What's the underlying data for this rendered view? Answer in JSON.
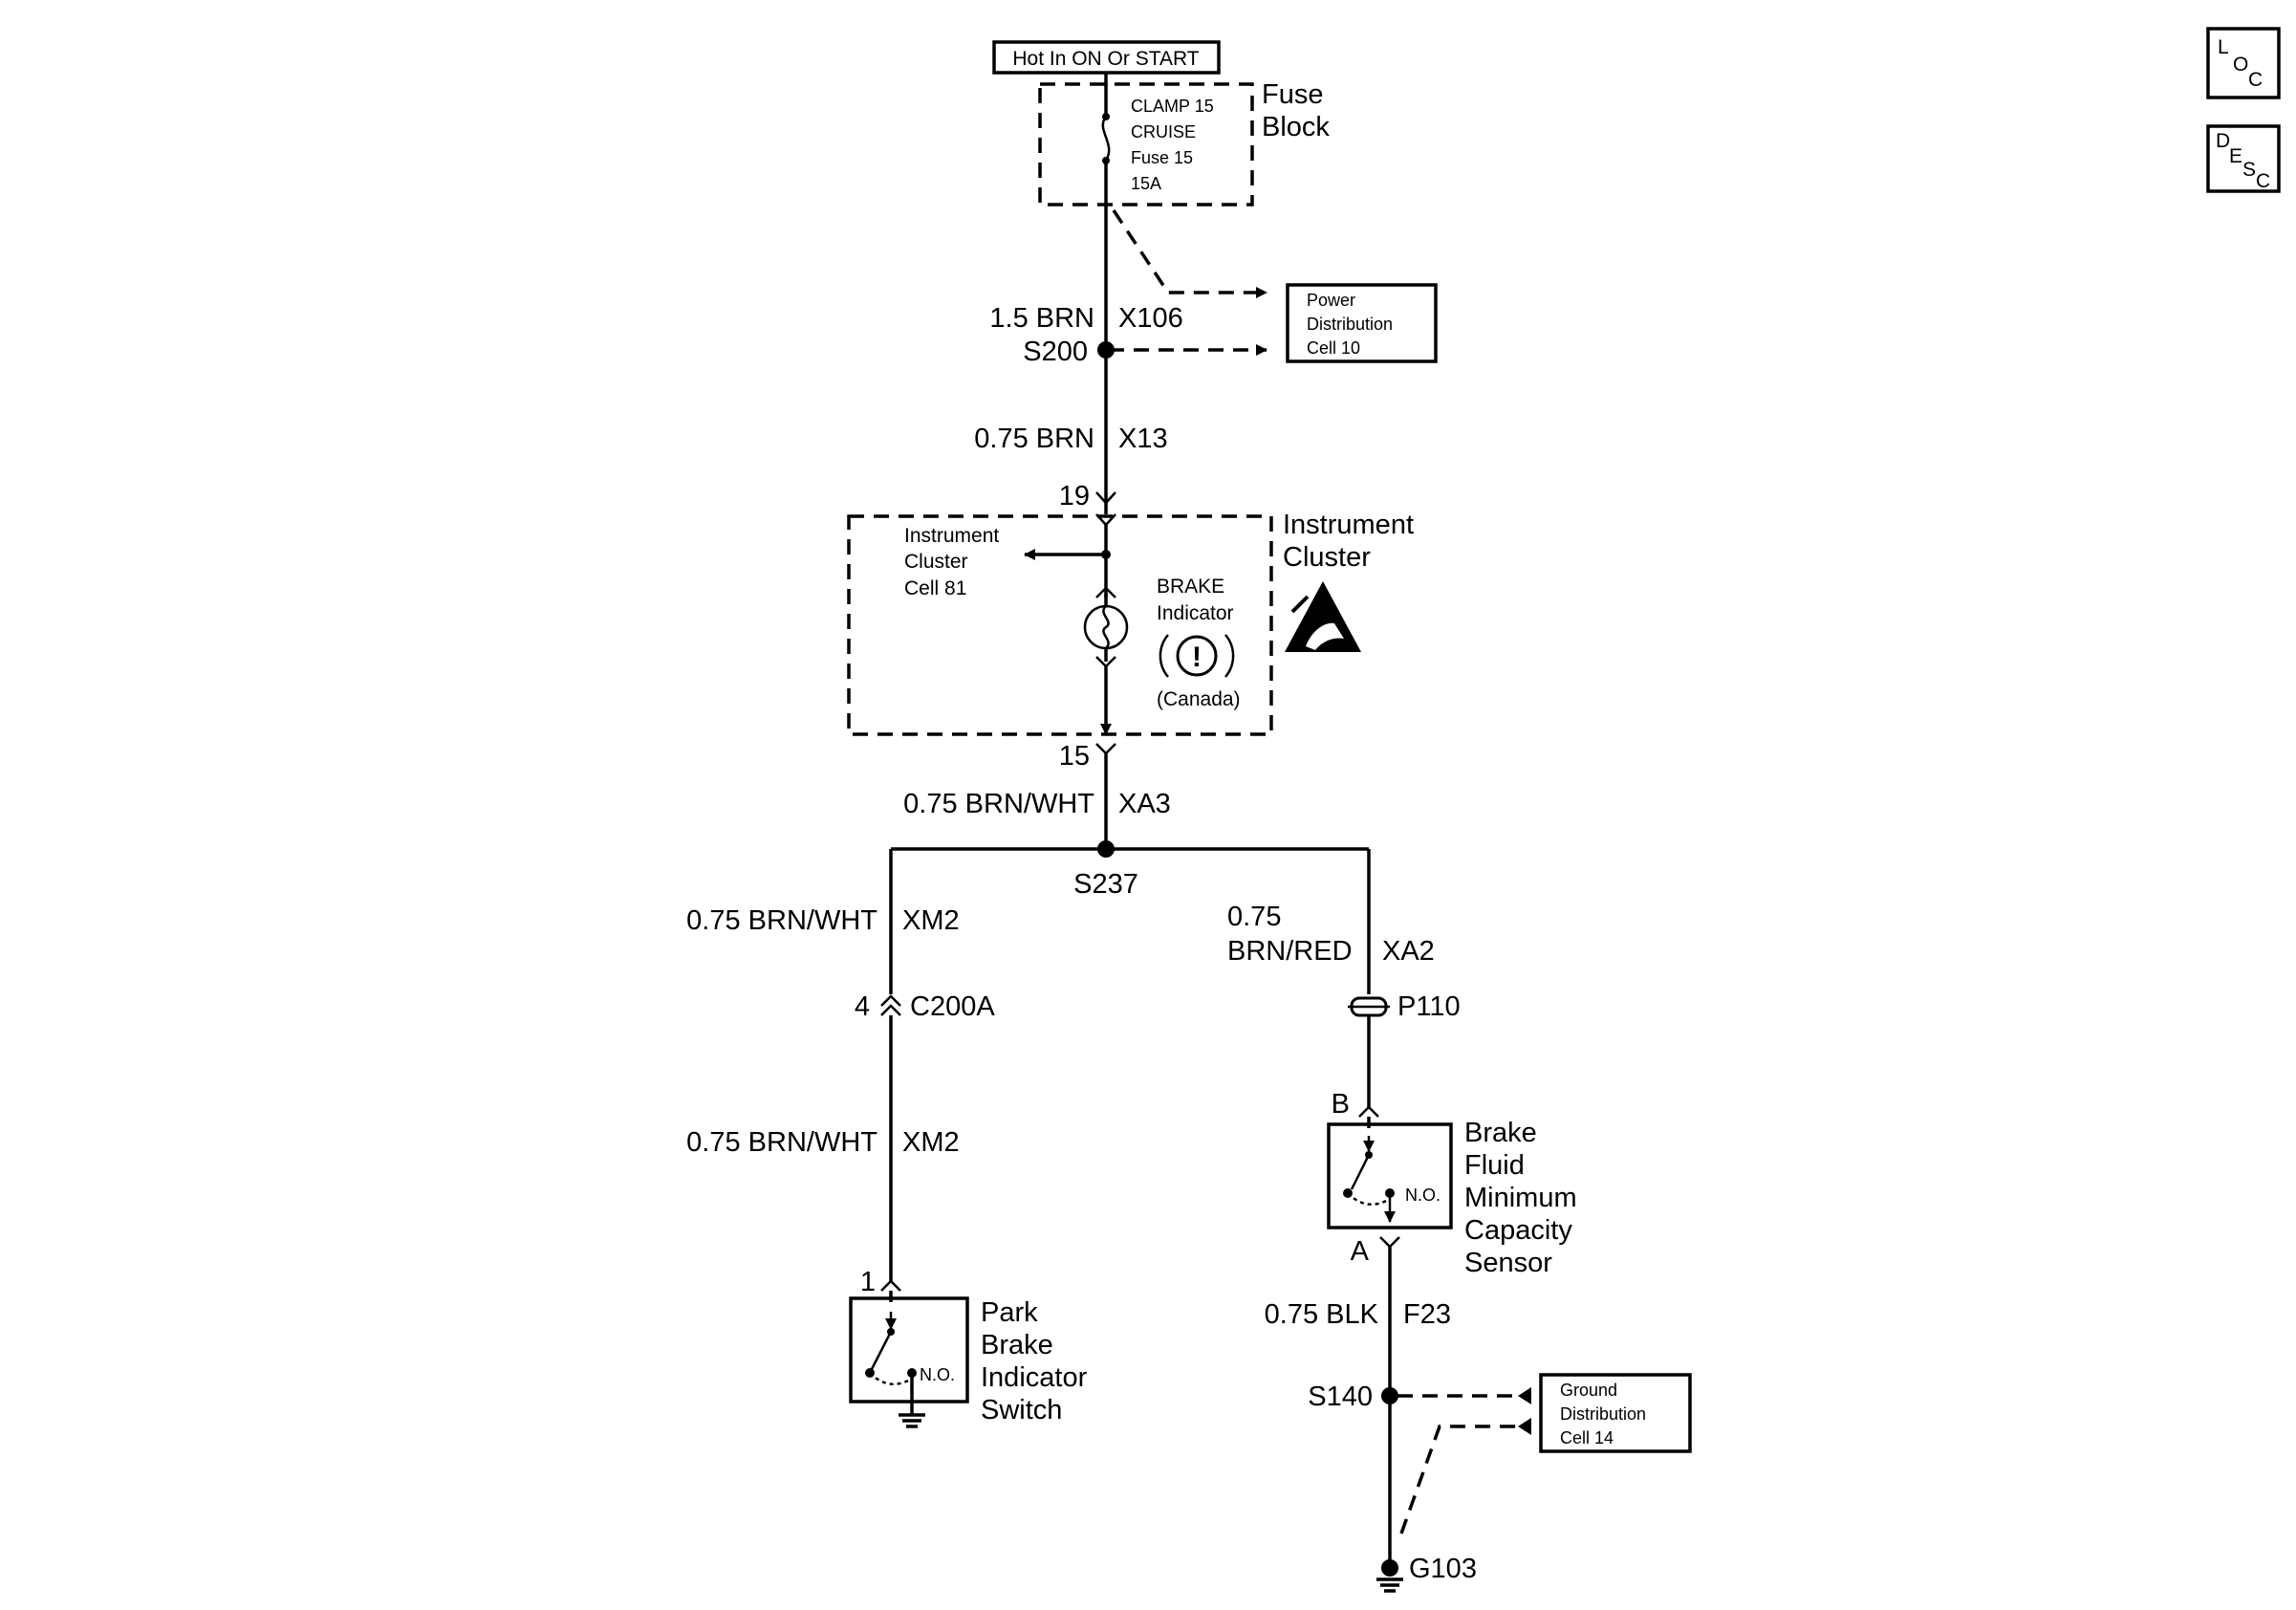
{
  "power_source": "Hot In ON Or START",
  "fuse_block": {
    "title_line1": "Fuse",
    "title_line2": "Block",
    "fuse_line1": "CLAMP 15",
    "fuse_line2": "CRUISE",
    "fuse_line3": "Fuse 15",
    "fuse_line4": "15A"
  },
  "power_distribution": {
    "line1": "Power",
    "line2": "Distribution",
    "line3": "Cell 10"
  },
  "wire_x106": {
    "gauge_color": "1.5 BRN",
    "circuit": "X106"
  },
  "splice_s200": "S200",
  "wire_x13": {
    "gauge_color": "0.75 BRN",
    "circuit": "X13"
  },
  "pin_19": "19",
  "instrument_cluster": {
    "title_line1": "Instrument",
    "title_line2": "Cluster",
    "ref_line1": "Instrument",
    "ref_line2": "Cluster",
    "ref_line3": "Cell 81",
    "indicator_line1": "BRAKE",
    "indicator_line2": "Indicator",
    "indicator_symbol": "!",
    "indicator_note": "(Canada)"
  },
  "pin_15": "15",
  "wire_xa3": {
    "gauge_color": "0.75 BRN/WHT",
    "circuit": "XA3"
  },
  "splice_s237": "S237",
  "wire_xm2_top": {
    "gauge_color": "0.75 BRN/WHT",
    "circuit": "XM2"
  },
  "connector_c200a": {
    "pin": "4",
    "name": "C200A"
  },
  "wire_xm2_bottom": {
    "gauge_color": "0.75 BRN/WHT",
    "circuit": "XM2"
  },
  "park_brake_switch": {
    "pin": "1",
    "state": "N.O.",
    "line1": "Park",
    "line2": "Brake",
    "line3": "Indicator",
    "line4": "Switch"
  },
  "wire_xa2": {
    "gauge": "0.75",
    "color": "BRN/RED",
    "circuit": "XA2"
  },
  "connector_p110": "P110",
  "brake_fluid_sensor": {
    "pin_top": "B",
    "pin_bottom": "A",
    "state": "N.O.",
    "line1": "Brake",
    "line2": "Fluid",
    "line3": "Minimum",
    "line4": "Capacity",
    "line5": "Sensor"
  },
  "wire_f23": {
    "gauge_color": "0.75 BLK",
    "circuit": "F23"
  },
  "splice_s140": "S140",
  "ground_distribution": {
    "line1": "Ground",
    "line2": "Distribution",
    "line3": "Cell 14"
  },
  "ground_g103": "G103",
  "loc_icon": {
    "a": "L",
    "b": "O",
    "c": "C"
  },
  "desc_icon": {
    "a": "D",
    "b": "E",
    "c": "S",
    "d": "C"
  }
}
